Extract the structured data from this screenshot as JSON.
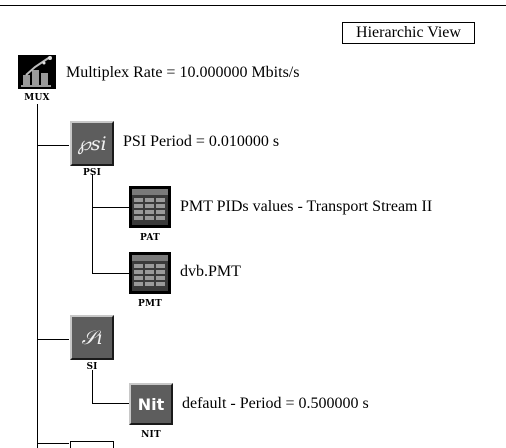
{
  "toolbar": {
    "view_button_label": "Hierarchic View"
  },
  "tree": {
    "mux": {
      "caption": "MUX",
      "text": "Multiplex Rate = 10.000000 Mbits/s",
      "icon": "mux-icon"
    },
    "psi": {
      "caption": "PSI",
      "text": "PSI Period = 0.010000 s",
      "icon": "psi-icon",
      "glyph": "℘si"
    },
    "pat": {
      "caption": "PAT",
      "text": "PMT PIDs values  -  Transport Stream II",
      "icon": "table-icon"
    },
    "pmt": {
      "caption": "PMT",
      "text": "dvb.PMT",
      "icon": "table-icon"
    },
    "si": {
      "caption": "SI",
      "text": "",
      "icon": "si-icon",
      "glyph": "𝒮ı"
    },
    "nit": {
      "caption": "NIT",
      "text": "default  -  Period = 0.500000 s",
      "icon": "nit-icon",
      "glyph": "Nit"
    }
  },
  "colors": {
    "icon_fill": "#5d5d5d",
    "icon_dark": "#1a1a1a",
    "icon_light": "#c8c8c8"
  }
}
